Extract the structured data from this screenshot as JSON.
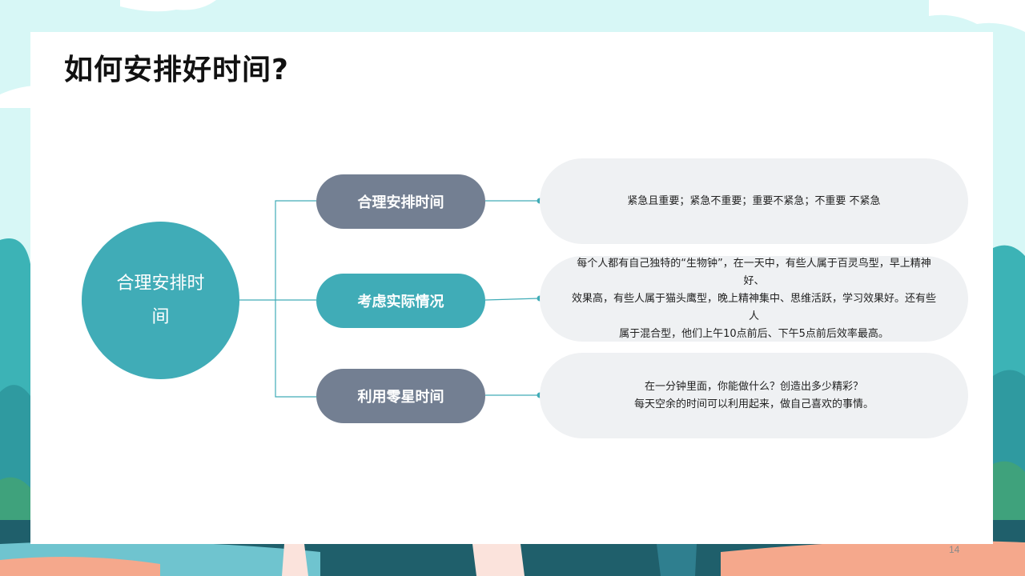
{
  "title": "如何安排好时间?",
  "center": {
    "label": "合理安排时间"
  },
  "colors": {
    "teal": "#40acb7",
    "gray": "#737f92",
    "desc_bg": "#eff1f3"
  },
  "items": [
    {
      "label": "合理安排时间",
      "style": "gray",
      "lines": [
        "紧急且重要；紧急不重要；重要不紧急；不重要 不紧急"
      ]
    },
    {
      "label": "考虑实际情况",
      "style": "teal",
      "lines": [
        "每个人都有自己独特的“生物钟”，在一天中，有些人属于百灵鸟型，早上精神好、",
        "效果高，有些人属于猫头鹰型，晚上精神集中、思维活跃，学习效果好。还有些人",
        "属于混合型，他们上午10点前后、下午5点前后效率最高。"
      ]
    },
    {
      "label": "利用零星时间",
      "style": "gray",
      "lines": [
        "在一分钟里面，你能做什么？创造出多少精彩？",
        "每天空余的时间可以利用起来，做自己喜欢的事情。"
      ]
    }
  ],
  "page_number": "14"
}
